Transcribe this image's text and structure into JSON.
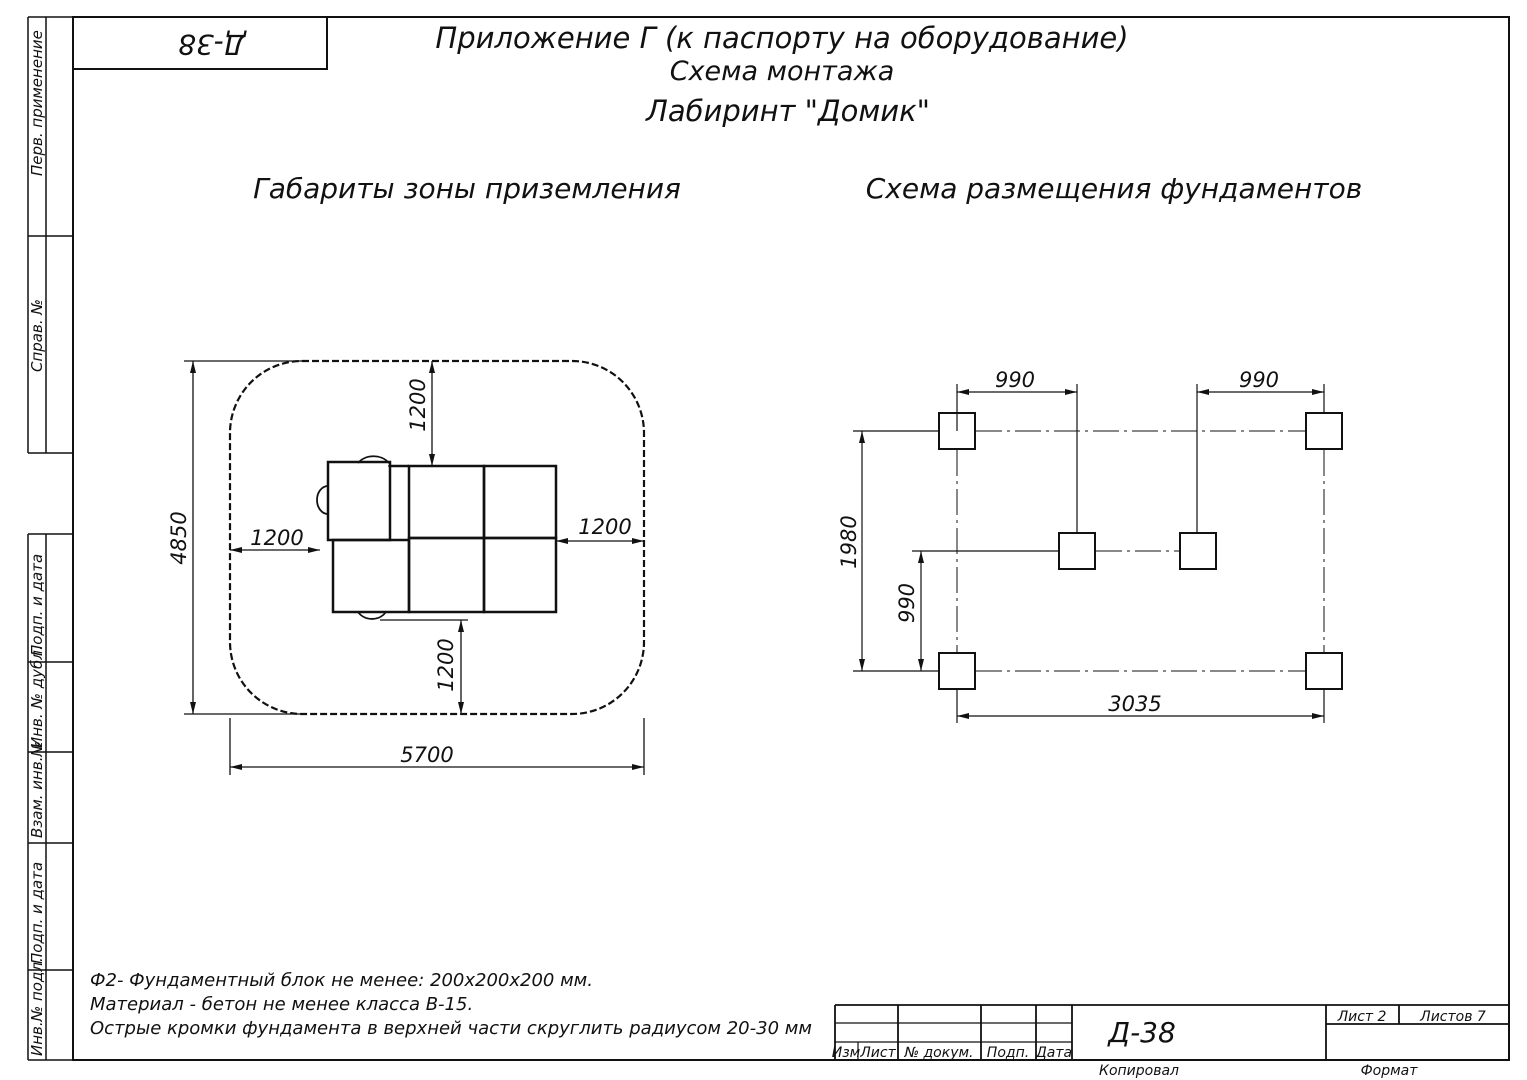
{
  "header": {
    "code_box": "Д-38",
    "appendix": "Приложение Г (к паспорту на оборудование)",
    "scheme": "Схема монтажа",
    "product": "Лабиринт \"Домик\""
  },
  "left_view": {
    "title": "Габариты зоны приземления",
    "dims": {
      "height": "4850",
      "width": "5700",
      "top": "1200",
      "bottom": "1200",
      "left": "1200",
      "right": "1200"
    }
  },
  "right_view": {
    "title": "Схема размещения фундаментов",
    "dims": {
      "top_left": "990",
      "top_right": "990",
      "height": "1980",
      "half": "990",
      "width": "3035"
    }
  },
  "side_stamp": {
    "perv": "Перв. применение",
    "sprav": "Справ. №",
    "podp_data_1": "Подп. и дата",
    "inv_dubl": "Инв. № дубл.",
    "vzam": "Взам. инв.№",
    "podp_data_2": "Подп. и дата",
    "inv_podl": "Инв.№ подл."
  },
  "notes": [
    "Ф2- Фундаментный блок не менее: 200х200х200 мм.",
    "Материал - бетон не менее класса В-15.",
    "Острые кромки фундамента в верхней части скруглить радиусом 20-30 мм"
  ],
  "title_block": {
    "col_izm": "Изм",
    "col_list": "Лист",
    "col_doc": "№ докум.",
    "col_podp": "Подп.",
    "col_data": "Дата",
    "designation": "Д-38",
    "sheet": "Лист 2",
    "sheets": "Листов 7",
    "copied": "Копировал",
    "format": "Формат"
  }
}
